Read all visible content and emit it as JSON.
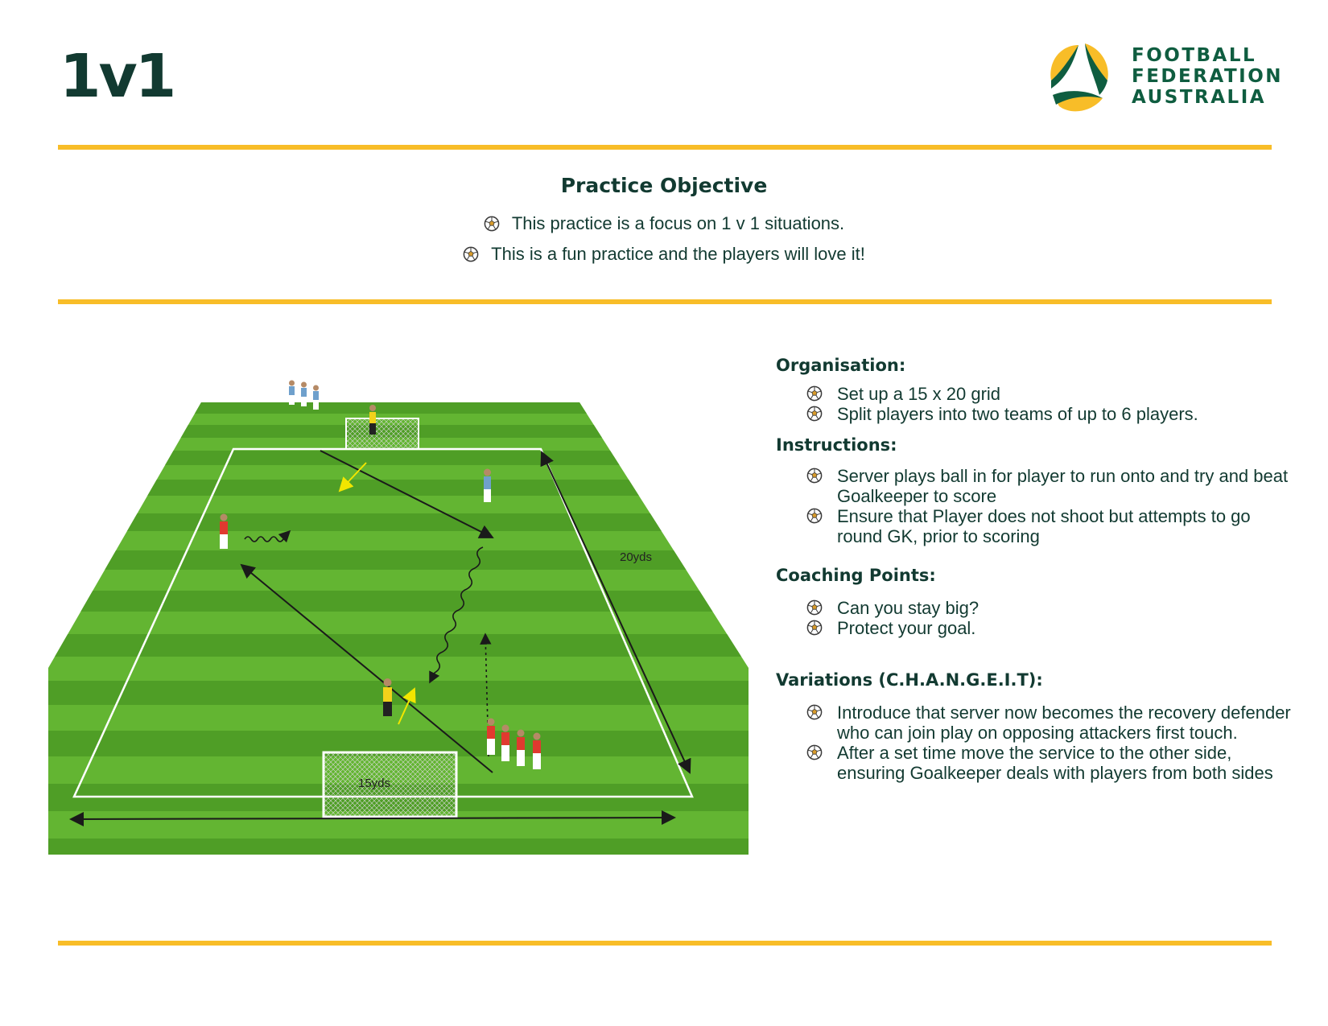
{
  "header": {
    "title": "1v1",
    "logo_lines": [
      "FOOTBALL",
      "FEDERATION",
      "AUSTRALIA"
    ]
  },
  "objective": {
    "heading": "Practice Objective",
    "items": [
      "This practice is a focus on 1 v 1 situations.",
      "This is a fun practice and the players will love it!"
    ]
  },
  "diagram": {
    "width_label": "15yds",
    "length_label": "20yds"
  },
  "sections": [
    {
      "heading": "Organisation:",
      "items": [
        "Set up a 15 x 20 grid",
        "Split players into two teams of up to 6 players."
      ]
    },
    {
      "heading": "Instructions:",
      "items": [
        "Server plays ball in for player to run onto and try and beat Goalkeeper to score",
        "Ensure that Player does not shoot but attempts to go round GK, prior to scoring"
      ]
    },
    {
      "heading": "Coaching Points:",
      "items": [
        "Can you stay big?",
        "Protect your goal."
      ]
    },
    {
      "heading": "Variations (C.H.A.N.G.E.I.T):",
      "items": [
        "Introduce that server now becomes the recovery defender who can join play on opposing attackers first touch.",
        "After a set time move the service to the other side, ensuring Goalkeeper deals with players from both sides"
      ]
    }
  ],
  "colors": {
    "brand_green": "#0f5d40",
    "accent_gold": "#f8bd28",
    "text_dark": "#123a31",
    "team_blue": "#6fa0cc",
    "team_red": "#e03a2f",
    "keeper_yellow": "#f2d21b"
  }
}
